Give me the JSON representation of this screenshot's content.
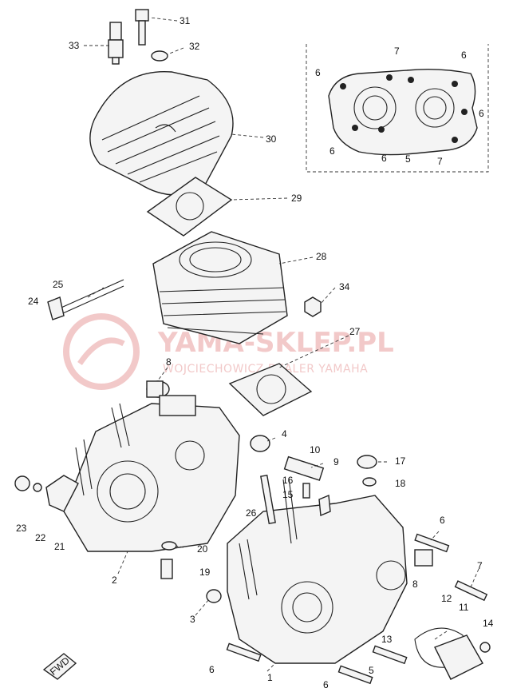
{
  "watermark": {
    "title": "YAMA-SKLEP.PL",
    "subtitle": "WOJCIECHOWICZ DEALER YAMAHA"
  },
  "fwd_label": "FWD",
  "callouts": {
    "c1": "1",
    "c2": "2",
    "c3": "3",
    "c4": "4",
    "c5": "5",
    "c5b": "5",
    "c6a": "6",
    "c6b": "6",
    "c6c": "6",
    "c6d": "6",
    "c6e": "6",
    "c6f": "6",
    "c6g": "6",
    "c6h": "6",
    "c7a": "7",
    "c7b": "7",
    "c7c": "7",
    "c8a": "8",
    "c8b": "8",
    "c9": "9",
    "c10": "10",
    "c11": "11",
    "c12": "12",
    "c13": "13",
    "c14": "14",
    "c15": "15",
    "c16": "16",
    "c17": "17",
    "c18": "18",
    "c19": "19",
    "c20": "20",
    "c21": "21",
    "c22": "22",
    "c23": "23",
    "c24": "24",
    "c25": "25",
    "c26": "26",
    "c27": "27",
    "c28": "28",
    "c29": "29",
    "c30": "30",
    "c31": "31",
    "c32": "32",
    "c33": "33",
    "c34": "34"
  }
}
